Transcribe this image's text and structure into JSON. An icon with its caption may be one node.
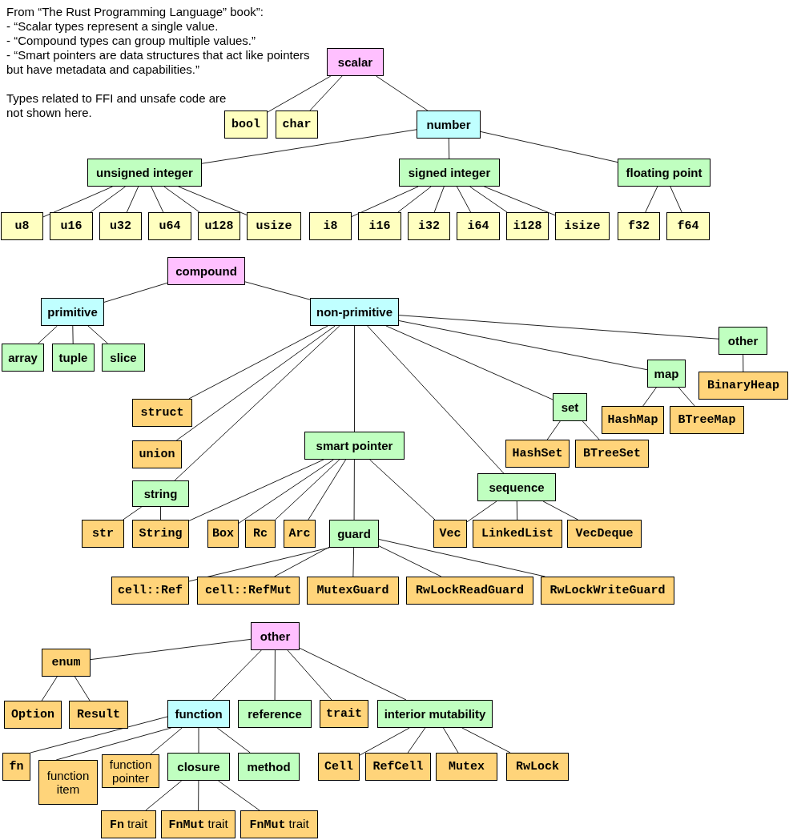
{
  "diagram": {
    "nodes": [
      {
        "text": [
          "scalar"
        ]
      },
      {
        "text": [
          "bool"
        ]
      },
      {
        "text": [
          "char"
        ]
      },
      {
        "text": [
          "number"
        ]
      },
      {
        "text": [
          "unsigned integer"
        ]
      },
      {
        "text": [
          "signed integer"
        ]
      },
      {
        "text": [
          "floating point"
        ]
      },
      {
        "text": [
          "u8"
        ]
      },
      {
        "text": [
          "u16"
        ]
      },
      {
        "text": [
          "u32"
        ]
      },
      {
        "text": [
          "u64"
        ]
      },
      {
        "text": [
          "u128"
        ]
      },
      {
        "text": [
          "usize"
        ]
      },
      {
        "text": [
          "i8"
        ]
      },
      {
        "text": [
          "i16"
        ]
      },
      {
        "text": [
          "i32"
        ]
      },
      {
        "text": [
          "i64"
        ]
      },
      {
        "text": [
          "i128"
        ]
      },
      {
        "text": [
          "isize"
        ]
      },
      {
        "text": [
          "f32"
        ]
      },
      {
        "text": [
          "f64"
        ]
      },
      {
        "text": [
          "compound"
        ]
      },
      {
        "text": [
          "primitive"
        ]
      },
      {
        "text": [
          "array"
        ]
      },
      {
        "text": [
          "tuple"
        ]
      },
      {
        "text": [
          "slice"
        ]
      },
      {
        "text": [
          "non-primitive"
        ]
      },
      {
        "text": [
          "struct"
        ]
      },
      {
        "text": [
          "union"
        ]
      },
      {
        "text": [
          "string"
        ]
      },
      {
        "text": [
          "str"
        ]
      },
      {
        "text": [
          "String"
        ]
      },
      {
        "text": [
          "smart pointer"
        ]
      },
      {
        "text": [
          "Box"
        ]
      },
      {
        "text": [
          "Rc"
        ]
      },
      {
        "text": [
          "Arc"
        ]
      },
      {
        "text": [
          "guard"
        ]
      },
      {
        "text": [
          "cell::Ref"
        ]
      },
      {
        "text": [
          "cell::RefMut"
        ]
      },
      {
        "text": [
          "MutexGuard"
        ]
      },
      {
        "text": [
          "RwLockReadGuard"
        ]
      },
      {
        "text": [
          "RwLockWriteGuard"
        ]
      },
      {
        "text": [
          "Vec"
        ]
      },
      {
        "text": [
          "sequence"
        ]
      },
      {
        "text": [
          "LinkedList"
        ]
      },
      {
        "text": [
          "VecDeque"
        ]
      },
      {
        "text": [
          "set"
        ]
      },
      {
        "text": [
          "HashSet"
        ]
      },
      {
        "text": [
          "BTreeSet"
        ]
      },
      {
        "text": [
          "map"
        ]
      },
      {
        "text": [
          "HashMap"
        ]
      },
      {
        "text": [
          "BTreeMap"
        ]
      },
      {
        "text": [
          "other"
        ]
      },
      {
        "text": [
          "BinaryHeap"
        ]
      },
      {
        "text": [
          "other"
        ]
      },
      {
        "text": [
          "enum"
        ]
      },
      {
        "text": [
          "Option"
        ]
      },
      {
        "text": [
          "Result"
        ]
      },
      {
        "text": [
          "function"
        ]
      },
      {
        "text": [
          "reference"
        ]
      },
      {
        "text": [
          "trait"
        ]
      },
      {
        "text": [
          "interior mutability"
        ]
      },
      {
        "text": [
          "fn"
        ]
      },
      {
        "text": [
          "function item"
        ]
      },
      {
        "text": [
          "function pointer"
        ]
      },
      {
        "text": [
          "closure"
        ]
      },
      {
        "text": [
          "method"
        ]
      },
      {
        "text": [
          "Cell"
        ]
      },
      {
        "text": [
          "RefCell"
        ]
      },
      {
        "text": [
          "Mutex"
        ]
      },
      {
        "text": [
          "RwLock"
        ]
      },
      {
        "text": [
          "**Fn** trait"
        ]
      },
      {
        "text": [
          "**FnMut** trait"
        ]
      },
      {
        "text": [
          "**FnMut** trait"
        ]
      }
    ],
    "edges": [
      {
        "from": 0,
        "to": 1,
        "arrow": "none"
      },
      {
        "from": 0,
        "to": 2,
        "arrow": "none"
      },
      {
        "from": 0,
        "to": 3,
        "arrow": "none"
      },
      {
        "from": 3,
        "to": 4,
        "arrow": "none"
      },
      {
        "from": 3,
        "to": 5,
        "arrow": "none"
      },
      {
        "from": 3,
        "to": 6,
        "arrow": "none"
      },
      {
        "from": 4,
        "to": 7,
        "arrow": "none"
      },
      {
        "from": 4,
        "to": 8,
        "arrow": "none"
      },
      {
        "from": 4,
        "to": 9,
        "arrow": "none"
      },
      {
        "from": 4,
        "to": 10,
        "arrow": "none"
      },
      {
        "from": 4,
        "to": 11,
        "arrow": "none"
      },
      {
        "from": 4,
        "to": 12,
        "arrow": "none"
      },
      {
        "from": 5,
        "to": 13,
        "arrow": "none"
      },
      {
        "from": 5,
        "to": 14,
        "arrow": "none"
      },
      {
        "from": 5,
        "to": 15,
        "arrow": "none"
      },
      {
        "from": 5,
        "to": 16,
        "arrow": "none"
      },
      {
        "from": 5,
        "to": 17,
        "arrow": "none"
      },
      {
        "from": 5,
        "to": 18,
        "arrow": "none"
      },
      {
        "from": 6,
        "to": 19,
        "arrow": "none"
      },
      {
        "from": 6,
        "to": 20,
        "arrow": "none"
      },
      {
        "from": 21,
        "to": 22,
        "arrow": "none"
      },
      {
        "from": 21,
        "to": 26,
        "arrow": "none"
      },
      {
        "from": 22,
        "to": 23,
        "arrow": "none"
      },
      {
        "from": 22,
        "to": 24,
        "arrow": "none"
      },
      {
        "from": 22,
        "to": 25,
        "arrow": "none"
      },
      {
        "from": 26,
        "to": 27,
        "arrow": "none"
      },
      {
        "from": 26,
        "to": 28,
        "arrow": "none"
      },
      {
        "from": 26,
        "to": 29,
        "arrow": "none"
      },
      {
        "from": 26,
        "to": 32,
        "arrow": "none"
      },
      {
        "from": 26,
        "to": 43,
        "arrow": "none"
      },
      {
        "from": 26,
        "to": 46,
        "arrow": "none"
      },
      {
        "from": 26,
        "to": 49,
        "arrow": "none"
      },
      {
        "from": 26,
        "to": 52,
        "arrow": "none"
      },
      {
        "from": 29,
        "to": 30,
        "arrow": "none"
      },
      {
        "from": 29,
        "to": 31,
        "arrow": "none"
      },
      {
        "from": 32,
        "to": 31,
        "arrow": "none"
      },
      {
        "from": 32,
        "to": 33,
        "arrow": "none"
      },
      {
        "from": 32,
        "to": 34,
        "arrow": "none"
      },
      {
        "from": 32,
        "to": 35,
        "arrow": "none"
      },
      {
        "from": 32,
        "to": 36,
        "arrow": "none"
      },
      {
        "from": 32,
        "to": 42,
        "arrow": "none"
      },
      {
        "from": 36,
        "to": 37,
        "arrow": "none"
      },
      {
        "from": 36,
        "to": 38,
        "arrow": "none"
      },
      {
        "from": 36,
        "to": 39,
        "arrow": "none"
      },
      {
        "from": 36,
        "to": 40,
        "arrow": "none"
      },
      {
        "from": 36,
        "to": 41,
        "arrow": "none"
      },
      {
        "from": 43,
        "to": 42,
        "arrow": "none"
      },
      {
        "from": 43,
        "to": 44,
        "arrow": "none"
      },
      {
        "from": 43,
        "to": 45,
        "arrow": "none"
      },
      {
        "from": 46,
        "to": 47,
        "arrow": "none"
      },
      {
        "from": 46,
        "to": 48,
        "arrow": "none"
      },
      {
        "from": 49,
        "to": 50,
        "arrow": "none"
      },
      {
        "from": 49,
        "to": 51,
        "arrow": "none"
      },
      {
        "from": 52,
        "to": 53,
        "arrow": "none"
      },
      {
        "from": 54,
        "to": 55,
        "arrow": "none"
      },
      {
        "from": 54,
        "to": 58,
        "arrow": "none"
      },
      {
        "from": 54,
        "to": 59,
        "arrow": "none"
      },
      {
        "from": 54,
        "to": 60,
        "arrow": "none"
      },
      {
        "from": 54,
        "to": 61,
        "arrow": "none"
      },
      {
        "from": 55,
        "to": 56,
        "arrow": "none"
      },
      {
        "from": 55,
        "to": 57,
        "arrow": "none"
      },
      {
        "from": 58,
        "to": 62,
        "arrow": "none"
      },
      {
        "from": 58,
        "to": 63,
        "arrow": "none"
      },
      {
        "from": 58,
        "to": 64,
        "arrow": "none"
      },
      {
        "from": 58,
        "to": 65,
        "arrow": "none"
      },
      {
        "from": 58,
        "to": 66,
        "arrow": "none"
      },
      {
        "from": 61,
        "to": 67,
        "arrow": "none"
      },
      {
        "from": 61,
        "to": 68,
        "arrow": "none"
      },
      {
        "from": 61,
        "to": 69,
        "arrow": "none"
      },
      {
        "from": 61,
        "to": 70,
        "arrow": "none"
      },
      {
        "from": 65,
        "to": 71,
        "arrow": "none"
      },
      {
        "from": 65,
        "to": 72,
        "arrow": "none"
      },
      {
        "from": 65,
        "to": 73,
        "arrow": "none"
      }
    ],
    "labels": [
      "From “The Rust Programming Language” book”:",
      "- “Scalar types represent a single value.",
      "- “Compound types can group multiple values.”",
      "- “Smart pointers are data structures that act like pointers but have metadata and capabilities.”",
      "Types related to FFI and unsafe code are not shown here."
    ]
  }
}
